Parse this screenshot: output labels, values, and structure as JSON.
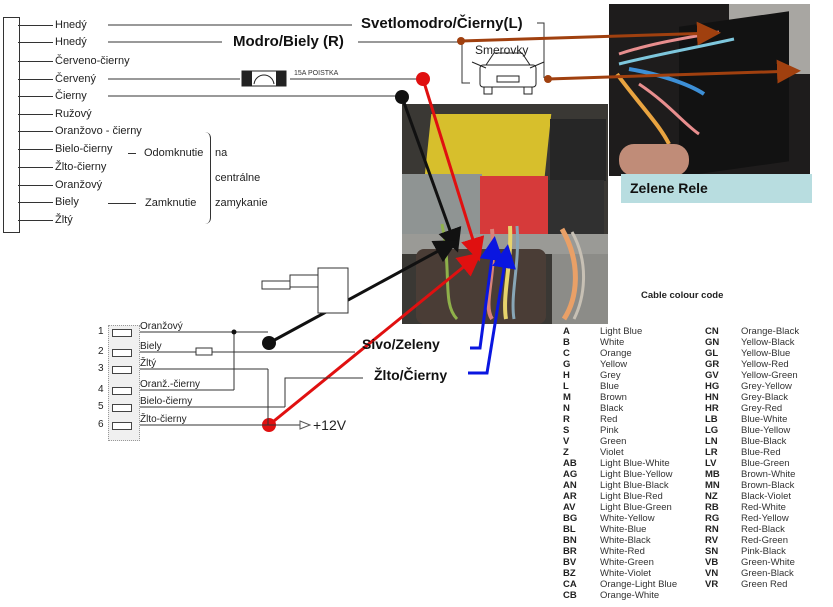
{
  "connector_top": {
    "wires": [
      "Hnedý",
      "Hnedý",
      "Červeno-čierny",
      "Červený",
      "Čierny",
      "Ružový",
      "Oranžovo - čierny",
      "Bielo-čierny",
      "Žlto-čierny",
      "Oranžový",
      "Biely",
      "Žltý"
    ],
    "unlock_label": "Odomknutie",
    "lock_label": "Zamknutie",
    "central_locking": [
      "na",
      "centrálne",
      "zamykanie"
    ],
    "fuse_label": "15A POISTKA"
  },
  "callouts": {
    "light_blue_black": "Svetlomodro/Čierny(L)",
    "blue_white": "Modro/Biely (R)",
    "indicators": "Smerovky",
    "green_relay": "Zelene Rele",
    "grey_green": "Sivo/Zeleny",
    "yellow_black": "Žlto/Čierny"
  },
  "connector_bottom": {
    "pins": [
      "1",
      "2",
      "3",
      "4",
      "5",
      "6"
    ],
    "wires": [
      "Oranžový",
      "Biely",
      "Žltý",
      "Oranž.-čierny",
      "Bielo-čierny",
      "Žlto-čierny"
    ],
    "power_label": "+12V"
  },
  "cable_colour_code": {
    "title": "Cable colour code",
    "left": [
      [
        "A",
        "Light Blue"
      ],
      [
        "B",
        "White"
      ],
      [
        "C",
        "Orange"
      ],
      [
        "G",
        "Yellow"
      ],
      [
        "H",
        "Grey"
      ],
      [
        "L",
        "Blue"
      ],
      [
        "M",
        "Brown"
      ],
      [
        "N",
        "Black"
      ],
      [
        "R",
        "Red"
      ],
      [
        "S",
        "Pink"
      ],
      [
        "V",
        "Green"
      ],
      [
        "Z",
        "Violet"
      ],
      [
        "AB",
        "Light Blue-White"
      ],
      [
        "AG",
        "Light Blue-Yellow"
      ],
      [
        "AN",
        "Light Blue-Black"
      ],
      [
        "AR",
        "Light Blue-Red"
      ],
      [
        "AV",
        "Light Blue-Green"
      ],
      [
        "BG",
        "White-Yellow"
      ],
      [
        "BL",
        "White-Blue"
      ],
      [
        "BN",
        "White-Black"
      ],
      [
        "BR",
        "White-Red"
      ],
      [
        "BV",
        "White-Green"
      ],
      [
        "BZ",
        "White-Violet"
      ],
      [
        "CA",
        "Orange-Light Blue"
      ],
      [
        "CB",
        "Orange-White"
      ]
    ],
    "right": [
      [
        "CN",
        "Orange-Black"
      ],
      [
        "GN",
        "Yellow-Black"
      ],
      [
        "GL",
        "Yellow-Blue"
      ],
      [
        "GR",
        "Yellow-Red"
      ],
      [
        "GV",
        "Yellow-Green"
      ],
      [
        "HG",
        "Grey-Yellow"
      ],
      [
        "HN",
        "Grey-Black"
      ],
      [
        "HR",
        "Grey-Red"
      ],
      [
        "LB",
        "Blue-White"
      ],
      [
        "LG",
        "Blue-Yellow"
      ],
      [
        "LN",
        "Blue-Black"
      ],
      [
        "LR",
        "Blue-Red"
      ],
      [
        "LV",
        "Blue-Green"
      ],
      [
        "MB",
        "Brown-White"
      ],
      [
        "MN",
        "Brown-Black"
      ],
      [
        "NZ",
        "Black-Violet"
      ],
      [
        "RB",
        "Red-White"
      ],
      [
        "RG",
        "Red-Yellow"
      ],
      [
        "RN",
        "Red-Black"
      ],
      [
        "RV",
        "Red-Green"
      ],
      [
        "SN",
        "Pink-Black"
      ],
      [
        "VB",
        "Green-White"
      ],
      [
        "VN",
        "Green-Black"
      ],
      [
        "VR",
        "Green Red"
      ]
    ]
  },
  "colors": {
    "red_marker": "#e01010",
    "black_marker": "#111111",
    "brown_arrow": "#a0400f",
    "blue_arrow": "#0a16e0",
    "relay_label_bg": "#b8dde0"
  }
}
